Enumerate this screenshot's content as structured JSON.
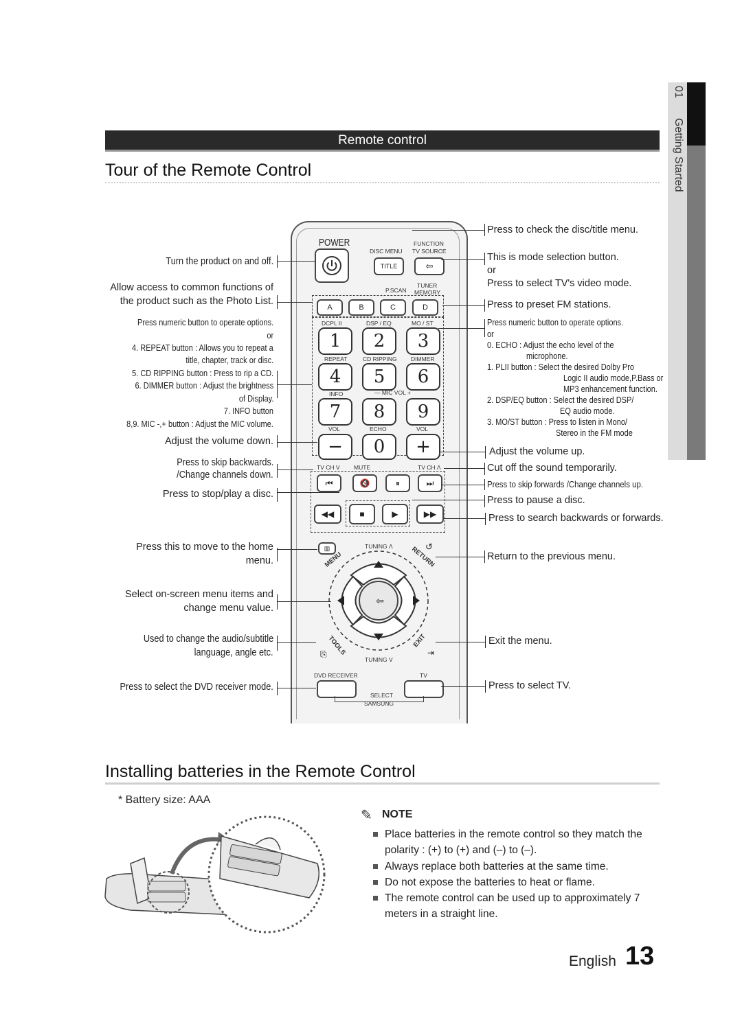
{
  "side_tab": {
    "number": "01",
    "label": "Getting Started"
  },
  "section_bar": "Remote control",
  "tour_title": "Tour of the Remote Control",
  "left_labels": {
    "power": "Turn the product on and off.",
    "access_1": "Allow access to common functions of",
    "access_2": "the product such as the Photo List.",
    "numeric_1": "Press numeric button to operate options.",
    "numeric_2": "or",
    "repeat_1": "4. REPEAT button : Allows you to repeat a",
    "repeat_2": "title, chapter, track or disc.",
    "cdrip": "5. CD RIPPING button : Press to rip a CD.",
    "dimmer_1": "6. DIMMER button : Adjust the brightness",
    "dimmer_2": "of Display.",
    "info": "7. INFO button",
    "mic": "8,9. MIC -,+ button : Adjust the MIC volume.",
    "vol_down": "Adjust the volume down.",
    "skip_back_1": "Press to skip backwards.",
    "skip_back_2": "/Change channels down.",
    "stop_play": "Press to stop/play a disc.",
    "home_1": "Press this to move to the home",
    "home_2": "menu.",
    "select_1": "Select on-screen menu items and",
    "select_2": "change menu value.",
    "tools_1": "Used to change the audio/subtitle",
    "tools_2": "language, angle etc.",
    "dvd_receiver": "Press to select the DVD receiver mode."
  },
  "right_labels": {
    "disc_menu": "Press to check the disc/title menu.",
    "mode_1": "This is mode selection button.",
    "mode_2": "or",
    "mode_3": "Press to select TV's video mode.",
    "preset": "Press to preset FM stations.",
    "numeric_1": "Press numeric button to operate options.",
    "numeric_2": "or",
    "echo_1": "0. ECHO : Adjust the echo level of the",
    "echo_2": "microphone.",
    "plii_1": "1. PLII button : Select the desired Dolby Pro",
    "plii_2": "Logic II audio mode,P.Bass or",
    "plii_3": "MP3 enhancement function.",
    "dsp_1": "2. DSP/EQ button : Select the desired DSP/",
    "dsp_2": "EQ audio mode.",
    "most_1": "3. MO/ST button : Press to listen in Mono/",
    "most_2": "Stereo in the FM mode",
    "vol_up": "Adjust the volume up.",
    "mute": "Cut off the sound temporarily.",
    "skip_fwd": "Press to skip forwards /Change channels up.",
    "pause": "Press to pause a disc.",
    "search": "Press to search backwards or forwards.",
    "return": "Return to the previous menu.",
    "exit": "Exit the menu.",
    "tv": "Press to select TV."
  },
  "remote": {
    "power": "POWER",
    "disc_menu": "DISC MENU",
    "title": "TITLE",
    "function": "FUNCTION",
    "tv_source": "TV SOURCE",
    "pscan": "P.SCAN",
    "tuner": "TUNER",
    "memory": "MEMORY",
    "abcd": [
      "A",
      "B",
      "C",
      "D"
    ],
    "row1_labels": [
      "DCPL II",
      "DSP / EQ",
      "MO / ST"
    ],
    "row1": [
      "1",
      "2",
      "3"
    ],
    "row2_labels": [
      "REPEAT",
      "CD RIPPING",
      "DIMMER"
    ],
    "row2": [
      "4",
      "5",
      "6"
    ],
    "row3_labels": [
      "INFO",
      "—     MIC VOL     +"
    ],
    "row3": [
      "7",
      "8",
      "9"
    ],
    "row4_labels": [
      "VOL",
      "ECHO",
      "VOL"
    ],
    "row4": [
      "−",
      "0",
      "+"
    ],
    "tvch_down": "TV CH V",
    "mute": "MUTE",
    "tvch_up": "TV CH Λ",
    "menu": "MENU",
    "tuning_up": "TUNING Λ",
    "return": "RETURN",
    "tools": "TOOLS",
    "tuning_down": "TUNING V",
    "exit": "EXIT",
    "dvd_receiver": "DVD RECEIVER",
    "tv": "TV",
    "select": "SELECT",
    "brand": "SAMSUNG"
  },
  "batteries_title": "Installing batteries in the Remote Control",
  "battery_size": "* Battery size: AAA",
  "note": {
    "heading": "NOTE",
    "items": [
      "Place batteries in the remote control so they match the",
      "polarity : (+) to (+) and (–) to (–).",
      "Always replace both batteries at the same time.",
      "Do not expose the batteries to heat or flame.",
      "The remote control can be used up to approximately 7",
      "meters in a straight line."
    ]
  },
  "footer": {
    "language": "English",
    "page": "13"
  }
}
